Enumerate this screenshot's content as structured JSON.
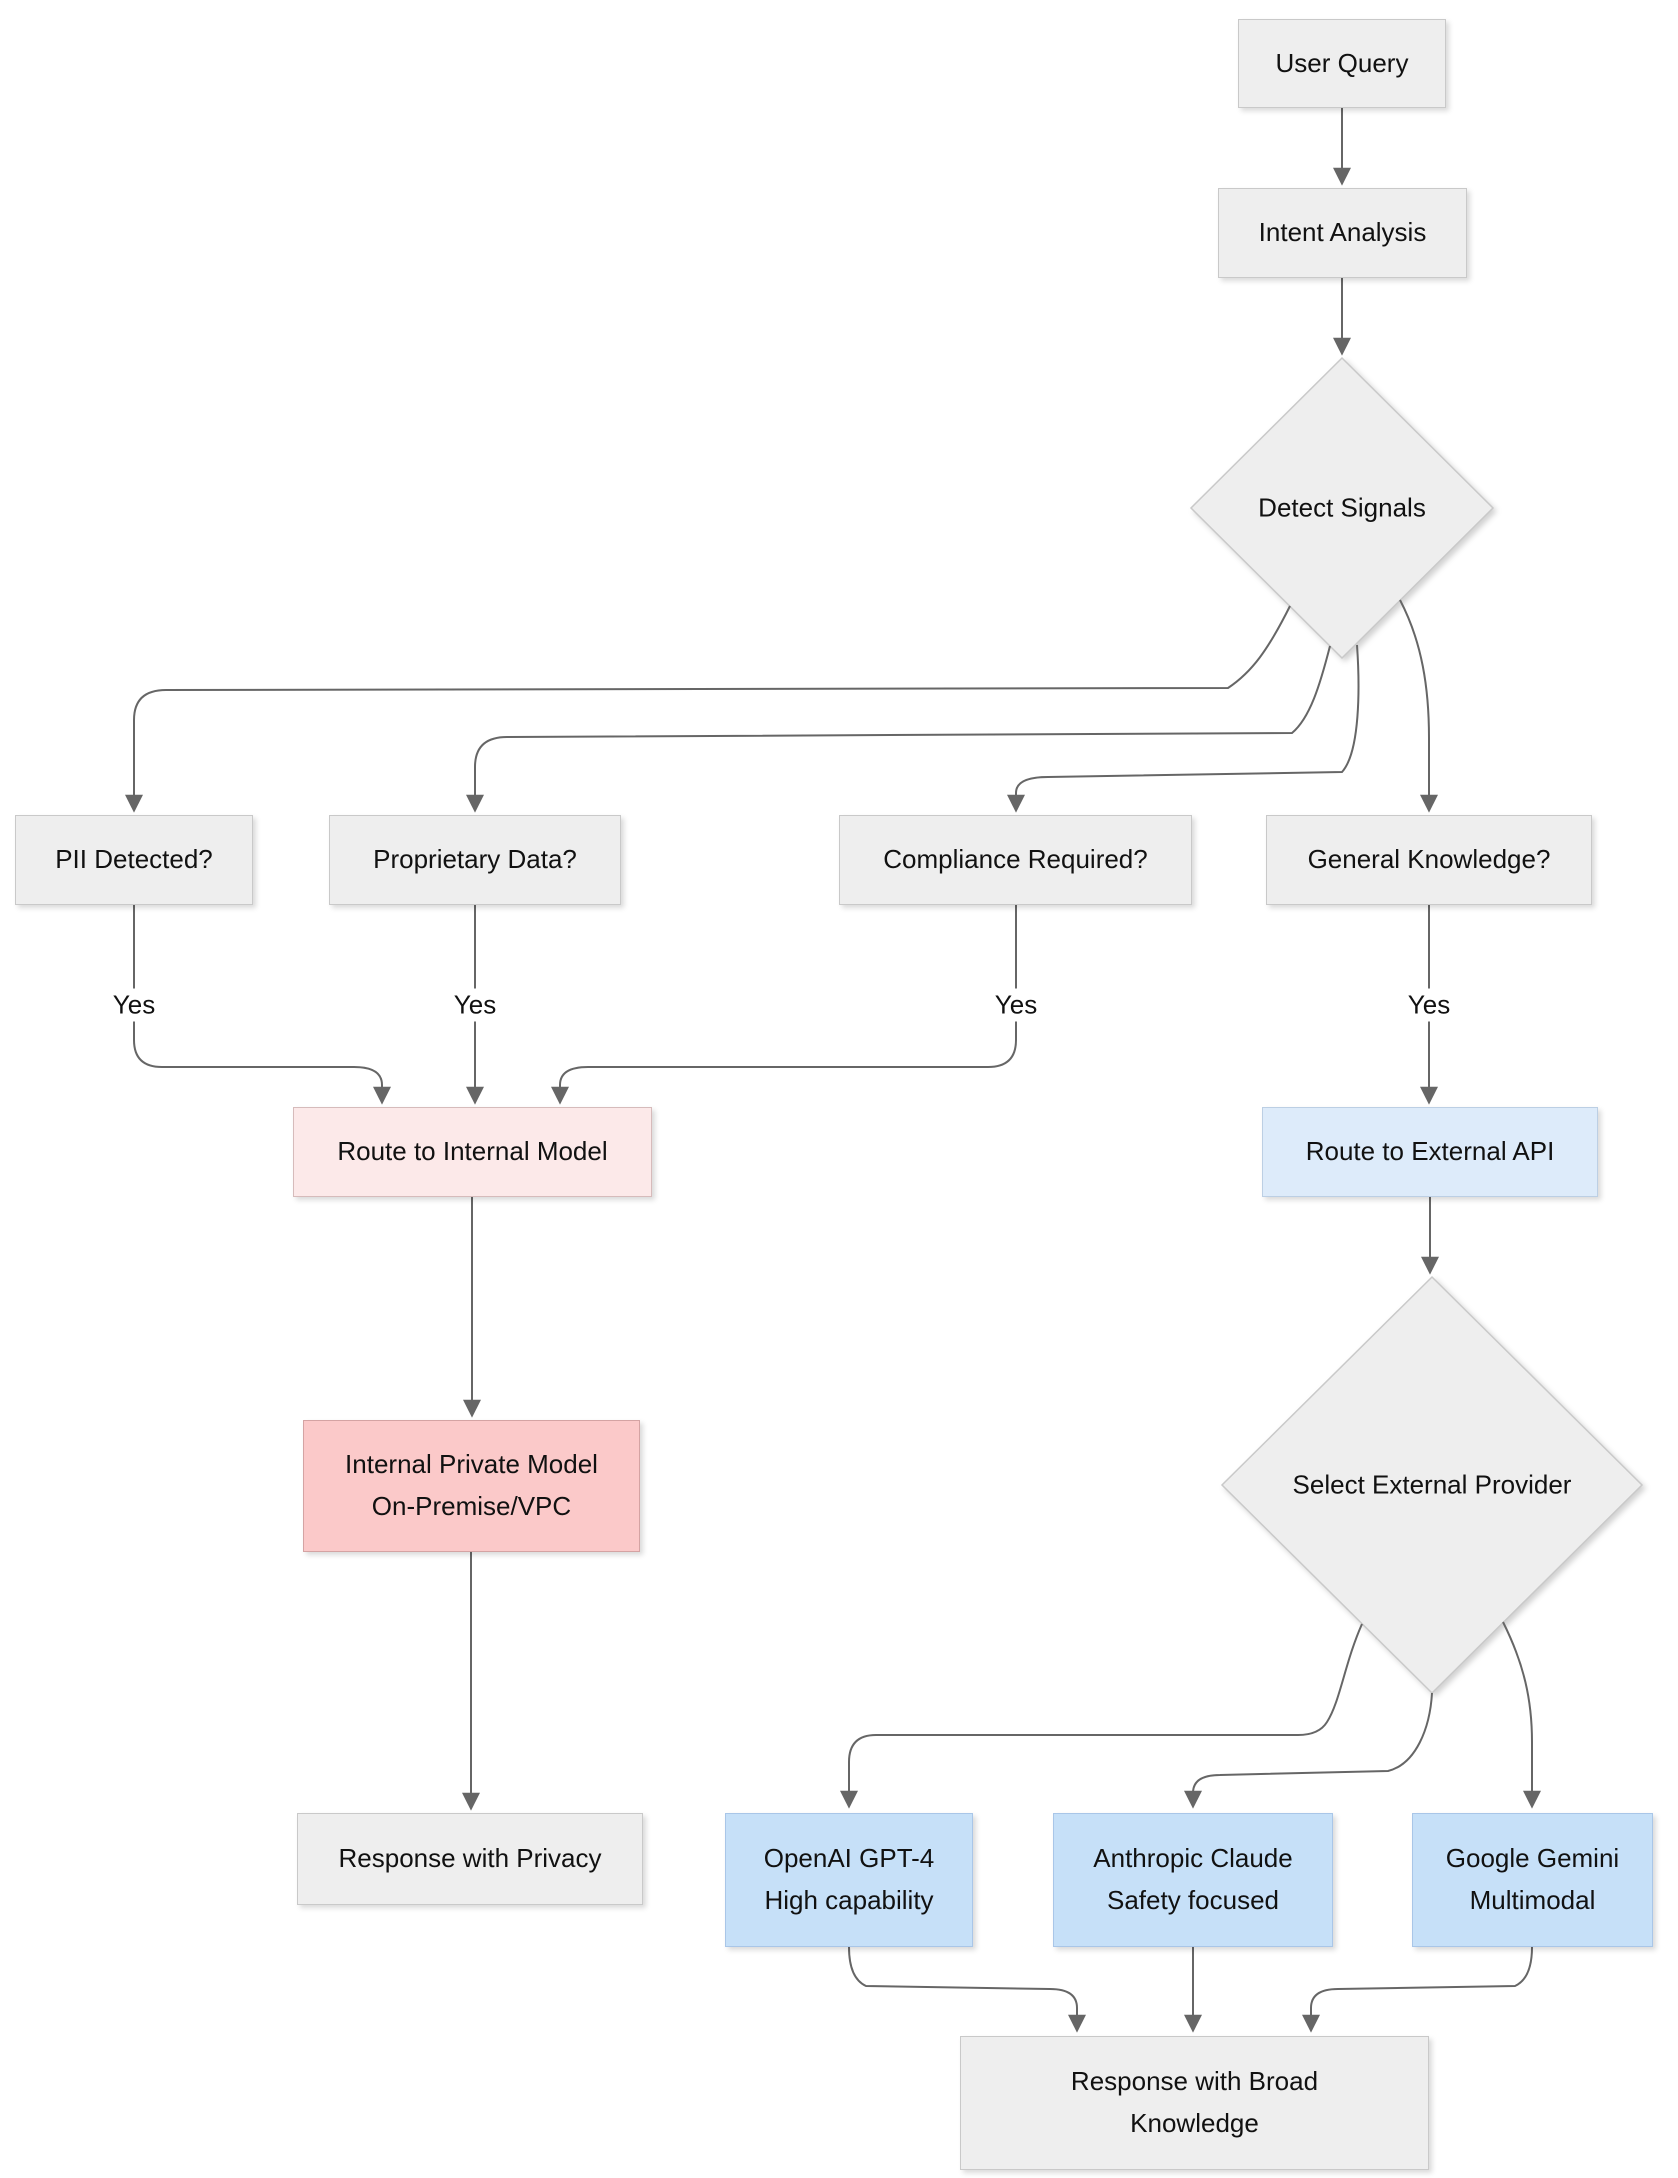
{
  "colors": {
    "canvas_bg": "#ffffff",
    "text_color": "#111111",
    "edge_color": "#666666",
    "node_gray_fill": "#eeeeee",
    "node_gray_border": "#c9c9c9",
    "pink_light_fill": "#fce9e9",
    "pink_light_border": "#d6bbbb",
    "pink_fill": "#fbc9c9",
    "pink_border": "#d4a3a3",
    "blue_light_fill": "#ddebfa",
    "blue_light_border": "#bccfe4",
    "blue_fill": "#c6e0f8",
    "blue_border": "#a9c6e8"
  },
  "nodes": {
    "user_query": {
      "label": "User Query"
    },
    "intent_analysis": {
      "label": "Intent Analysis"
    },
    "detect_signals": {
      "label": "Detect Signals"
    },
    "pii_detected": {
      "label": "PII Detected?"
    },
    "proprietary_data": {
      "label": "Proprietary Data?"
    },
    "compliance_required": {
      "label": "Compliance Required?"
    },
    "general_knowledge": {
      "label": "General Knowledge?"
    },
    "route_internal": {
      "label": "Route to Internal Model"
    },
    "route_external": {
      "label": "Route to External API"
    },
    "internal_private_model": {
      "lines": [
        "Internal Private Model",
        "On-Premise/VPC"
      ]
    },
    "select_external_provider": {
      "label": "Select External Provider"
    },
    "response_privacy": {
      "label": "Response with Privacy"
    },
    "openai": {
      "lines": [
        "OpenAI GPT-4",
        "High capability"
      ]
    },
    "anthropic": {
      "lines": [
        "Anthropic Claude",
        "Safety focused"
      ]
    },
    "gemini": {
      "lines": [
        "Google Gemini",
        "Multimodal"
      ]
    },
    "response_broad": {
      "lines": [
        "Response with Broad",
        "Knowledge"
      ]
    }
  },
  "edge_labels": {
    "pii_yes": "Yes",
    "proprietary_yes": "Yes",
    "compliance_yes": "Yes",
    "general_yes": "Yes"
  }
}
